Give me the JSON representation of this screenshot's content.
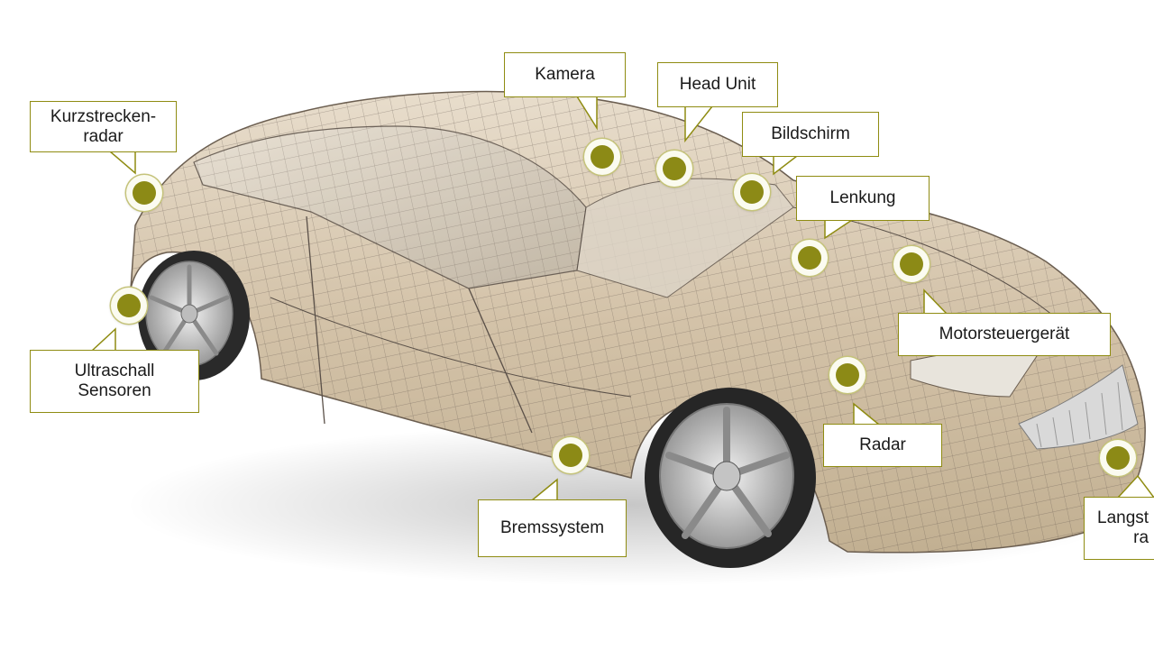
{
  "colors": {
    "accent": "#8c8a16",
    "callout_border": "#8f8c12",
    "car_body": "#d8c9b2",
    "wireframe": "#5a5048",
    "tire": "#2a2a2a",
    "rim": "#c9c9c9"
  },
  "components": [
    {
      "id": "kurzstreckenradar",
      "label": "Kurzstrecken-\nradar"
    },
    {
      "id": "kamera",
      "label": "Kamera"
    },
    {
      "id": "head-unit",
      "label": "Head Unit"
    },
    {
      "id": "bildschirm",
      "label": "Bildschirm"
    },
    {
      "id": "lenkung",
      "label": "Lenkung"
    },
    {
      "id": "motorsteuergeraet",
      "label": "Motorsteuergerät"
    },
    {
      "id": "ultraschall-sensoren",
      "label": "Ultraschall\nSensoren"
    },
    {
      "id": "radar",
      "label": "Radar"
    },
    {
      "id": "bremssystem",
      "label": "Bremssystem"
    },
    {
      "id": "langstreckenradar",
      "label": "Langst\nra"
    }
  ]
}
